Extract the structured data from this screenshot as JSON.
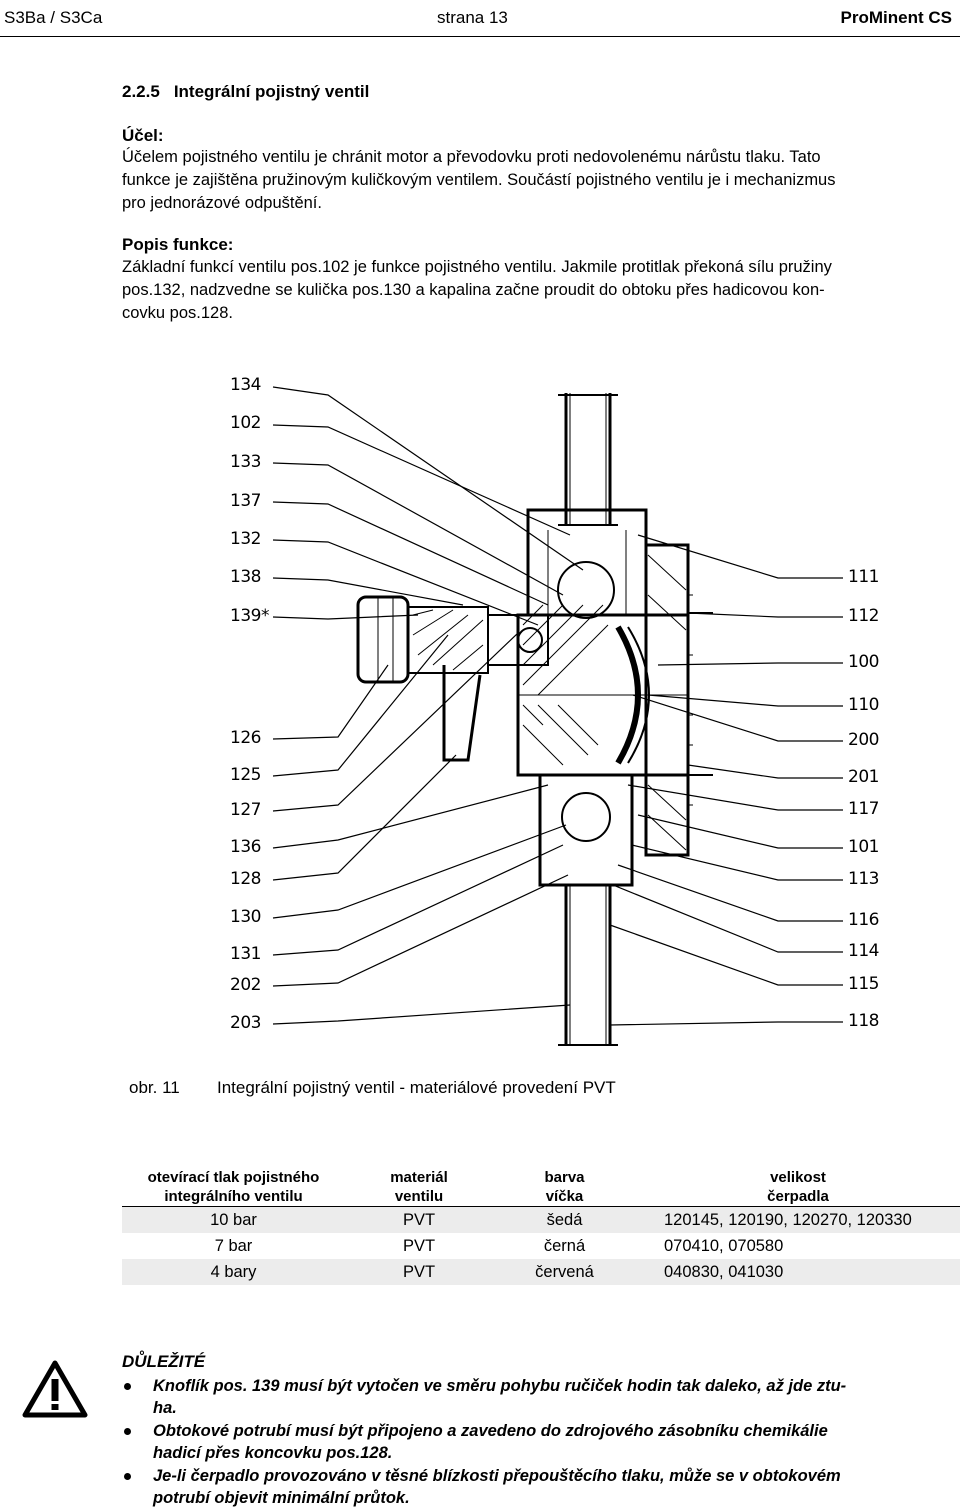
{
  "header": {
    "left": "S3Ba / S3Ca",
    "center": "strana 13",
    "right": "ProMinent CS"
  },
  "section": {
    "number": "2.2.5",
    "title": "Integrální pojistný ventil"
  },
  "purpose": {
    "label": "Účel:",
    "lines": [
      "Účelem pojistného ventilu je chránit motor a převodovku proti nedovolenému nárůstu tlaku. Tato",
      "funkce je zajištěna pružinovým kuličkovým ventilem. Součástí pojistného ventilu je i mechanizmus",
      "pro jednorázové odpuštění."
    ]
  },
  "function": {
    "label": "Popis funkce:",
    "lines": [
      "Základní funkcí ventilu pos.102 je funkce pojistného ventilu. Jakmile protitlak překoná sílu pružiny",
      "pos.132, nadzvedne se kulička pos.130 a kapalina začne proudit do obtoku přes hadicovou kon-",
      "covku pos.128."
    ]
  },
  "figure": {
    "callouts_left": [
      "134",
      "102",
      "133",
      "137",
      "132",
      "138",
      "139*",
      "126",
      "125",
      "127",
      "136",
      "128",
      "130",
      "131",
      "202",
      "203"
    ],
    "callouts_right": [
      "111",
      "112",
      "100",
      "110",
      "200",
      "201",
      "117",
      "101",
      "113",
      "116",
      "114",
      "115",
      "118"
    ],
    "caption_number": "obr. 11",
    "caption_text": "Integrální pojistný ventil - materiálové provedení PVT"
  },
  "table": {
    "headers": [
      [
        "otevírací tlak pojistného",
        "integrálního ventilu"
      ],
      [
        "materiál",
        "ventilu"
      ],
      [
        "barva",
        "víčka"
      ],
      [
        "velikost",
        "čerpadla"
      ]
    ],
    "rows": [
      [
        "10 bar",
        "PVT",
        "šedá",
        "120145, 120190, 120270, 120330"
      ],
      [
        "7 bar",
        "PVT",
        "černá",
        "070410, 070580"
      ],
      [
        "4 bary",
        "PVT",
        "červená",
        "040830, 041030"
      ]
    ]
  },
  "important": {
    "label": "DŮLEŽITÉ",
    "items": [
      [
        "Knoflík pos. 139 musí být vytočen ve směru pohybu ručiček hodin tak daleko, až jde ztu-",
        "ha."
      ],
      [
        "Obtokové potrubí musí být připojeno a zavedeno do zdrojového zásobníku chemikálie",
        "hadicí přes koncovku pos.128."
      ],
      [
        "Je-li čerpadlo provozováno v těsné blízkosti přepouštěcího tlaku, může se v obtokovém",
        "potrubí objevit minimální průtok."
      ]
    ]
  },
  "colors": {
    "text": "#000000",
    "table_shade": "#ececec"
  },
  "icons": [
    "warning-triangle-icon"
  ]
}
